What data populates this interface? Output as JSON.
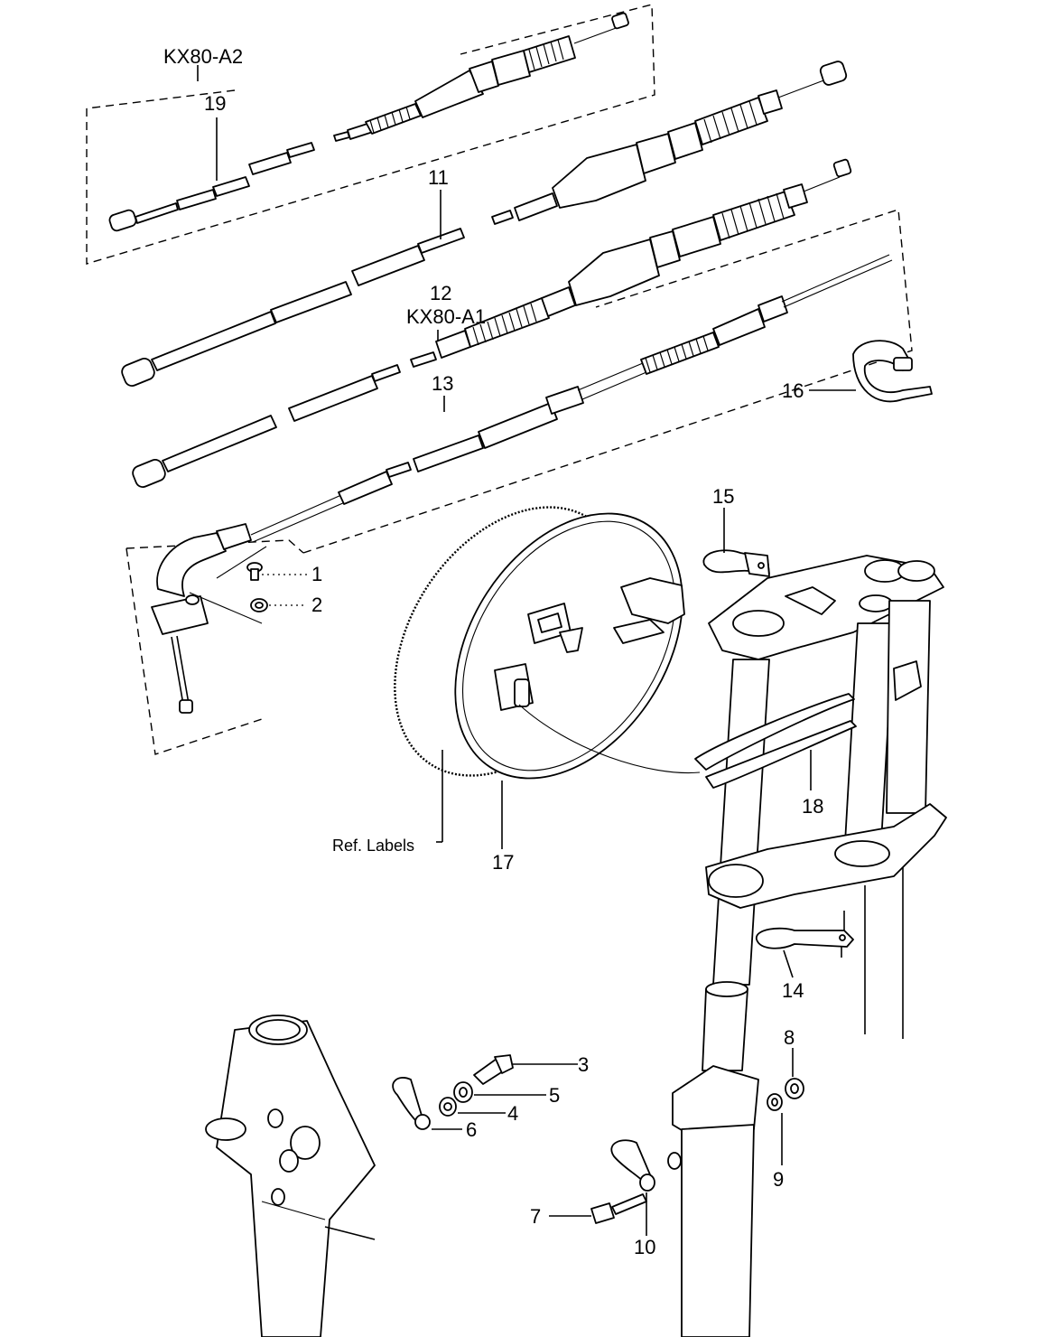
{
  "labels": {
    "variant_a2": "KX80-A2",
    "variant_a1": "KX80-A1",
    "ref_labels": "Ref. Labels",
    "p1": "1",
    "p2": "2",
    "p3": "3",
    "p4": "4",
    "p5": "5",
    "p6": "6",
    "p7": "7",
    "p8": "8",
    "p9": "9",
    "p10": "10",
    "p11": "11",
    "p12": "12",
    "p13": "13",
    "p14": "14",
    "p15": "15",
    "p16": "16",
    "p17": "17",
    "p18": "18",
    "p19": "19"
  }
}
